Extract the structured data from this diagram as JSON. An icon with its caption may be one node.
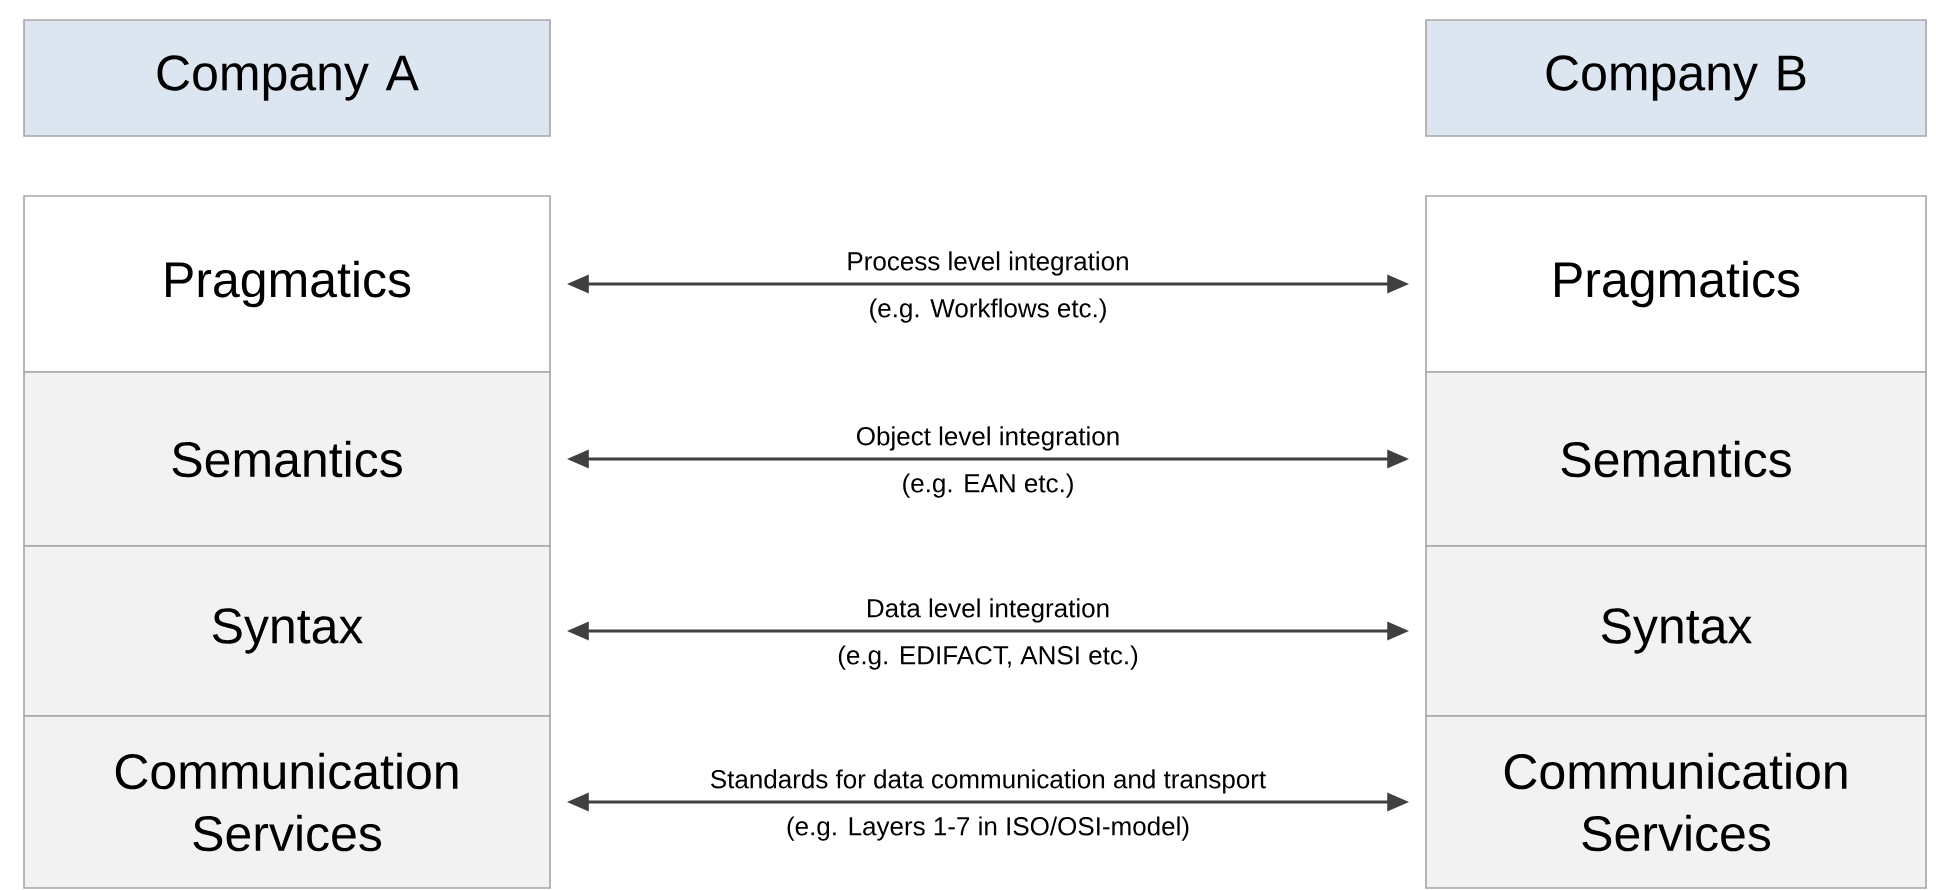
{
  "diagram": {
    "nodes": [
      {
        "text": [
          "Company A"
        ]
      },
      {
        "text": [
          "Company B"
        ]
      },
      {
        "text": [
          "Pragmatics"
        ]
      },
      {
        "text": [
          "Semantics"
        ]
      },
      {
        "text": [
          "Syntax"
        ]
      },
      {
        "text": [
          "Communication Services"
        ]
      },
      {
        "text": [
          "Pragmatics"
        ]
      },
      {
        "text": [
          "Semantics"
        ]
      },
      {
        "text": [
          "Syntax"
        ]
      },
      {
        "text": [
          "Communication Services"
        ]
      }
    ],
    "edges": [
      {
        "from": 2,
        "to": 6,
        "arrow": "both",
        "label": "Process level integration"
      },
      {
        "from": 3,
        "to": 7,
        "arrow": "both",
        "label": "Object level integration"
      },
      {
        "from": 4,
        "to": 8,
        "arrow": "both",
        "label": "Data level integration"
      },
      {
        "from": 5,
        "to": 9,
        "arrow": "both",
        "label": "Standards for data communication and transport"
      }
    ],
    "labels": [
      "(e.g. Workflows etc.)",
      "(e.g. EAN etc.)",
      "(e.g. EDIFACT, ANSI etc.)",
      "(e.g. Layers 1-7 in ISO/OSI-model)"
    ]
  }
}
